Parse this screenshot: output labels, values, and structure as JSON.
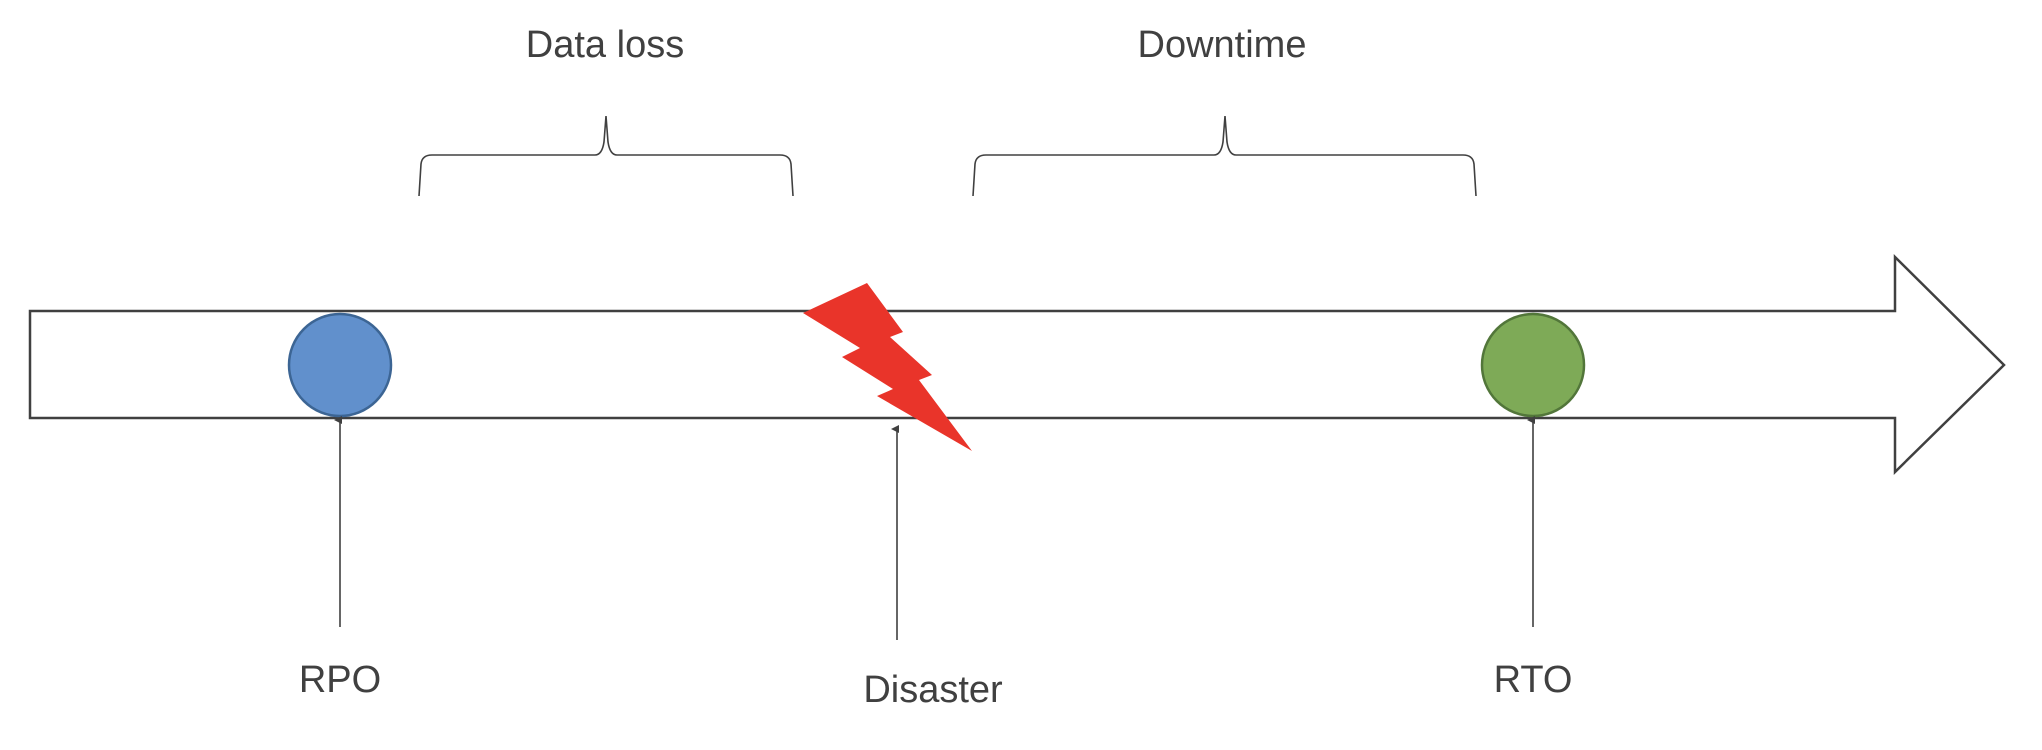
{
  "top_labels": {
    "data_loss": "Data loss",
    "downtime": "Downtime"
  },
  "bottom_labels": {
    "rpo": "RPO",
    "disaster": "Disaster",
    "rto": "RTO"
  },
  "colors": {
    "rpo_marker": "#6190CC",
    "rto_marker": "#7EAA57",
    "disaster_bolt": "#E9342A",
    "outline": "#404040"
  },
  "icons": {
    "disaster": "lightning-bolt-icon"
  }
}
